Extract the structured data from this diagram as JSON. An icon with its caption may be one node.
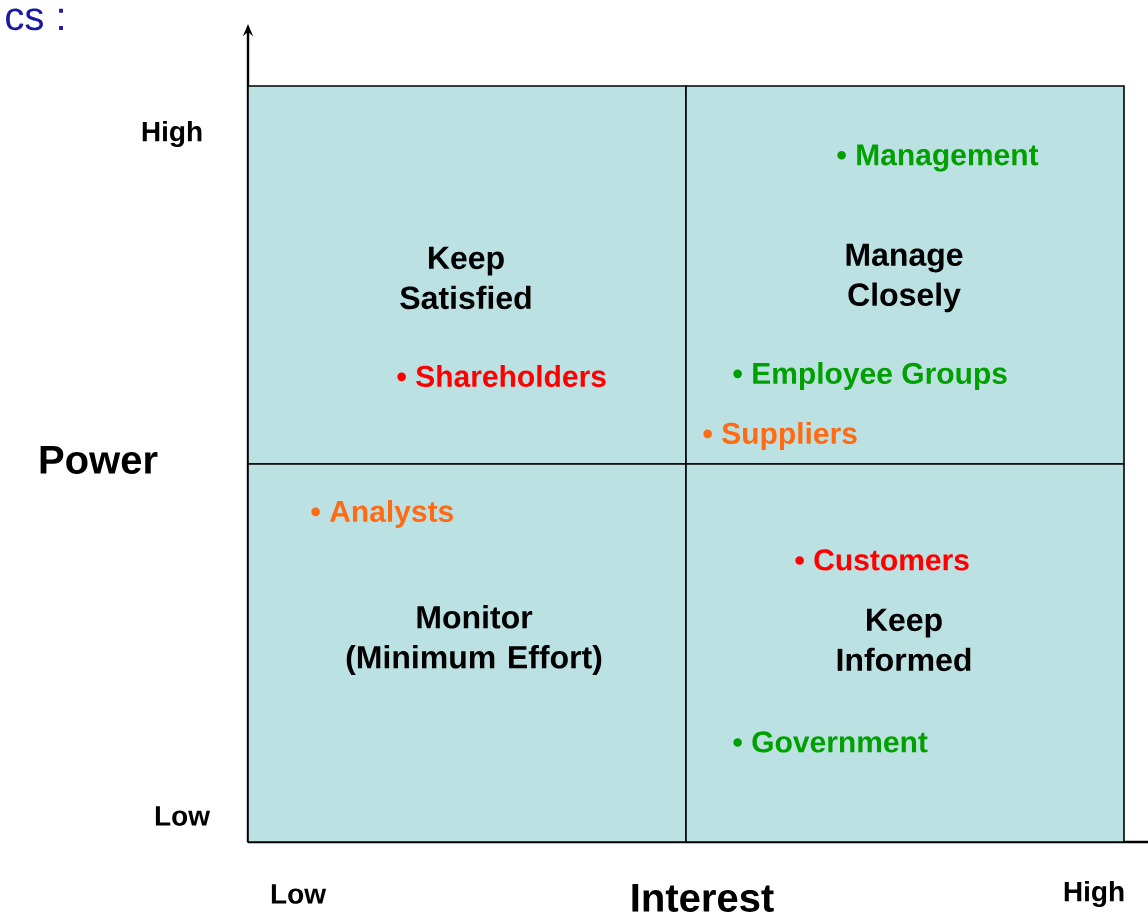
{
  "diagram": {
    "nodes": [
      {
        "text": [
          "Keep Satisfied",
          "• Shareholders"
        ]
      },
      {
        "text": [
          "• Management",
          "Manage Closely",
          "• Employee Groups",
          "• Suppliers"
        ]
      },
      {
        "text": [
          "• Analysts",
          "Monitor (Minimum Effort)"
        ]
      },
      {
        "text": [
          "• Customers",
          "Keep Informed",
          "• Government"
        ]
      }
    ],
    "labels": [
      "cs :",
      "High",
      "Power",
      "Low",
      "Low",
      "Interest",
      "High"
    ]
  }
}
